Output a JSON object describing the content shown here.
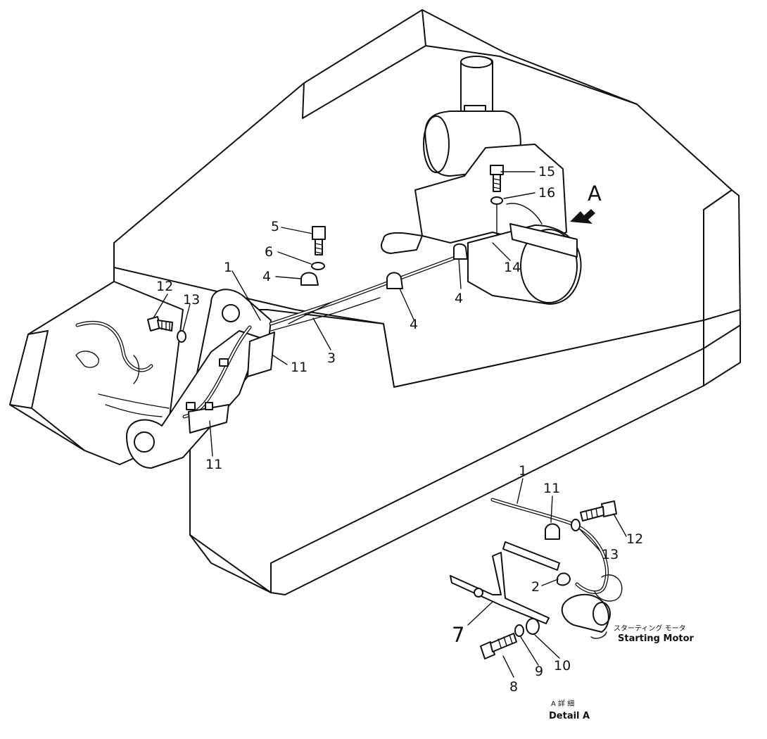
{
  "detail_marker": "A",
  "parts_in_main_view": [
    "1",
    "3",
    "4",
    "4",
    "4",
    "5",
    "6",
    "11",
    "11",
    "12",
    "13",
    "14",
    "15",
    "16"
  ],
  "parts_in_detail_view": [
    "1",
    "2",
    "7",
    "8",
    "9",
    "10",
    "11",
    "12",
    "13"
  ],
  "labels": {
    "p1_main": "1",
    "p3": "3",
    "p4_a": "4",
    "p4_b": "4",
    "p4_c": "4",
    "p5": "5",
    "p6": "6",
    "p11_a": "11",
    "p11_b": "11",
    "p12_main": "12",
    "p13_main": "13",
    "p14": "14",
    "p15": "15",
    "p16": "16",
    "p1_detail": "1",
    "p11_detail": "11",
    "p12_detail": "12",
    "p13_detail": "13",
    "p2": "2",
    "p7": "7",
    "p8": "8",
    "p9": "9",
    "p10": "10"
  },
  "starting_motor": {
    "jp": "スターティング モータ",
    "en": "Starting Motor"
  },
  "detail_caption": {
    "jp": "A 詳 細",
    "en": "Detail A"
  }
}
